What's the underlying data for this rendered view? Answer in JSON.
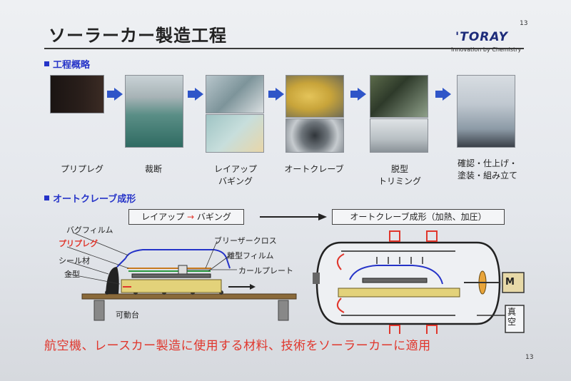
{
  "slide": {
    "title": "ソーラーカー製造工程",
    "page_number_top": "13",
    "page_number_bottom": "13",
    "logo_text": "TORAY",
    "logo_tagline": "Innovation by Chemistry"
  },
  "sections": {
    "process_overview": "工程概略",
    "autoclave_molding": "オートクレーブ成形"
  },
  "steps": [
    {
      "label": "プリプレグ"
    },
    {
      "label": "裁断"
    },
    {
      "label_line1": "レイアップ",
      "label_line2": "バギング"
    },
    {
      "label": "オートクレーブ"
    },
    {
      "label_line1": "脱型",
      "label_line2": "トリミング"
    },
    {
      "label_line1": "確認・仕上げ・",
      "label_line2": "塗装・組み立て"
    }
  ],
  "diagram": {
    "layup_box": {
      "left": "レイアップ",
      "arrow": "→",
      "right": "バギング"
    },
    "autoclave_box": "オートクレーブ成形（加熱、加圧）",
    "labels": {
      "bag_film": "バグフィルム",
      "prepreg": "プリプレグ",
      "seal": "シール材",
      "mold": "金型",
      "movable_table": "可動台",
      "breather": "ブリーザークロス",
      "release_film": "離型フィルム",
      "caul_plate": "カールプレート",
      "motor": "M",
      "vacuum": "真空"
    }
  },
  "footer_text": "航空機、レースカー製造に使用する材料、技術をソーラーカーに適用",
  "colors": {
    "accent_blue": "#2533c8",
    "arrow_blue": "#2f55c8",
    "red": "#e0362c",
    "logo_navy": "#1d2b7a"
  }
}
